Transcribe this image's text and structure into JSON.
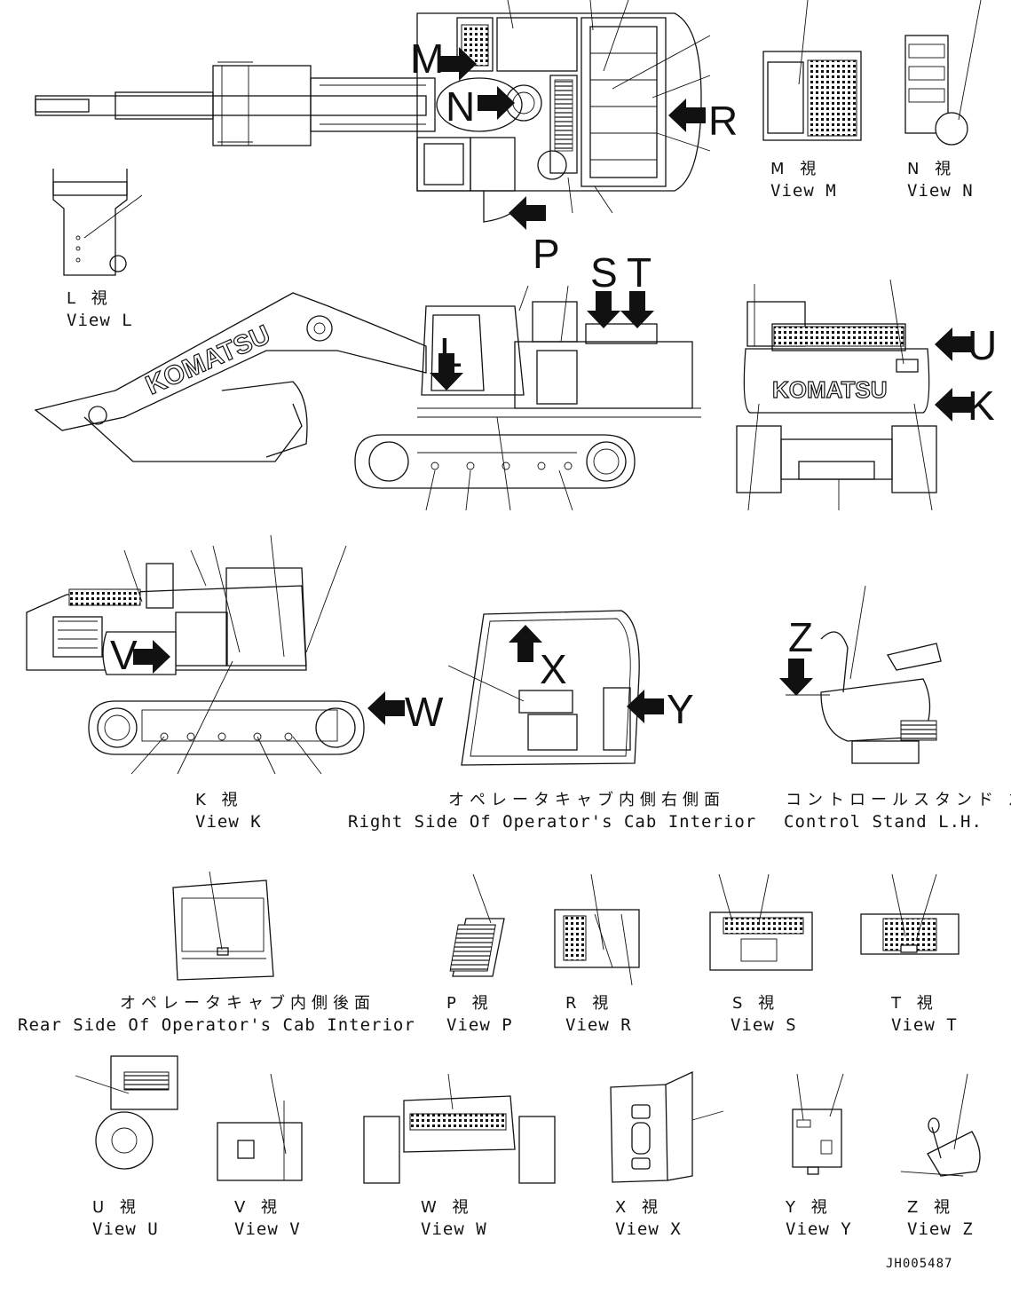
{
  "drawing_id": "JH005487",
  "brand_logo": "KOMATSU",
  "view_letters": {
    "M": "M",
    "N": "N",
    "R": "R",
    "P": "P",
    "S": "S",
    "T": "T",
    "L": "L",
    "U": "U",
    "K": "K",
    "V": "V",
    "W": "W",
    "X": "X",
    "Y": "Y",
    "Z": "Z"
  },
  "captions": {
    "view_l": {
      "jp": "L 視",
      "en": "View L"
    },
    "view_m": {
      "jp": "M 視",
      "en": "View M"
    },
    "view_n": {
      "jp": "N 視",
      "en": "View N"
    },
    "view_k": {
      "jp": "K 視",
      "en": "View K"
    },
    "cab_right": {
      "jp": "オペレータキャブ内側右側面",
      "en": "Right Side Of Operator's Cab Interior"
    },
    "control_stand": {
      "jp": "コントロールスタンド 左",
      "en": "Control Stand L.H."
    },
    "cab_rear": {
      "jp": "オペレータキャブ内側後面",
      "en": "Rear Side Of Operator's Cab Interior"
    },
    "view_p": {
      "jp": "P 視",
      "en": "View P"
    },
    "view_r": {
      "jp": "R 視",
      "en": "View R"
    },
    "view_s": {
      "jp": "S 視",
      "en": "View S"
    },
    "view_t": {
      "jp": "T 視",
      "en": "View T"
    },
    "view_u": {
      "jp": "U 視",
      "en": "View U"
    },
    "view_v": {
      "jp": "V 視",
      "en": "View V"
    },
    "view_w": {
      "jp": "W 視",
      "en": "View W"
    },
    "view_x": {
      "jp": "X 視",
      "en": "View X"
    },
    "view_y": {
      "jp": "Y 視",
      "en": "View Y"
    },
    "view_z": {
      "jp": "Z 視",
      "en": "View Z"
    }
  }
}
